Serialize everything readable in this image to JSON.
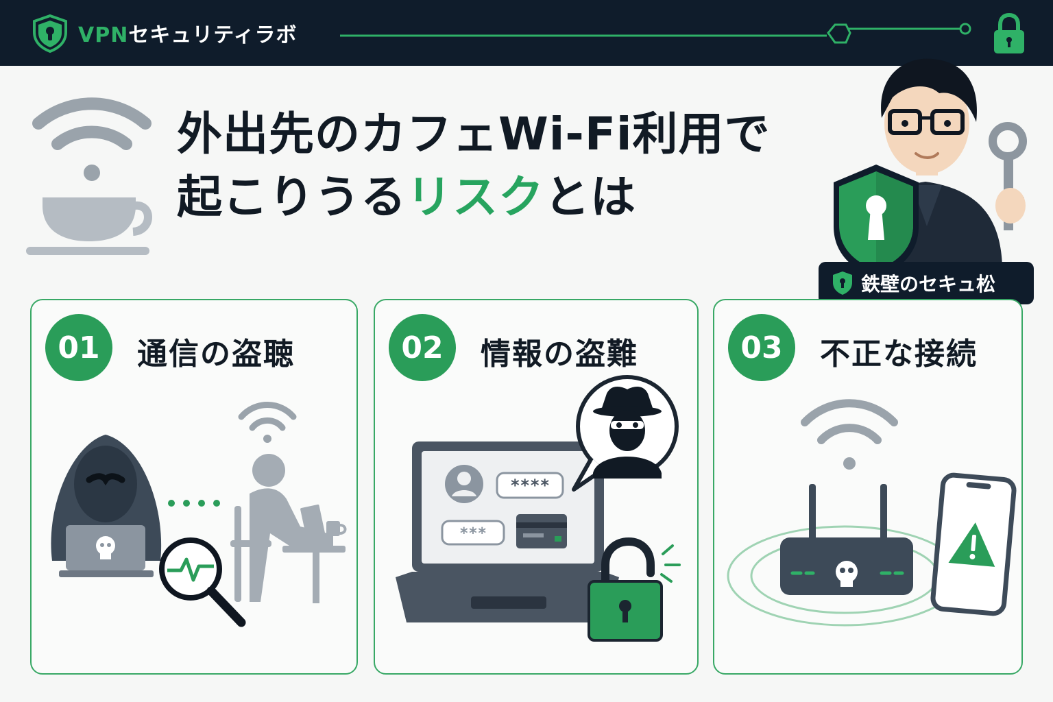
{
  "header": {
    "brand_prefix": "VPN",
    "brand_suffix": "セキュリティラボ",
    "logo_icon": "shield-keyhole-icon",
    "lock_icon": "lock-icon"
  },
  "title": {
    "line1": "外出先のカフェWi-Fi利用で",
    "line2_pre": "起こりうる",
    "line2_accent": "リスク",
    "line2_post": "とは"
  },
  "mascot": {
    "name": "鉄壁のセキュ松"
  },
  "cards": [
    {
      "number": "01",
      "label": "通信の盗聴"
    },
    {
      "number": "02",
      "label": "情報の盗難",
      "password_mask": "****",
      "short_mask": "***"
    },
    {
      "number": "03",
      "label": "不正な接続"
    }
  ],
  "colors": {
    "accent_green": "#2a9d59",
    "navy": "#0f1c2b",
    "text_dark": "#111a24",
    "gray": "#9aa3ab"
  }
}
